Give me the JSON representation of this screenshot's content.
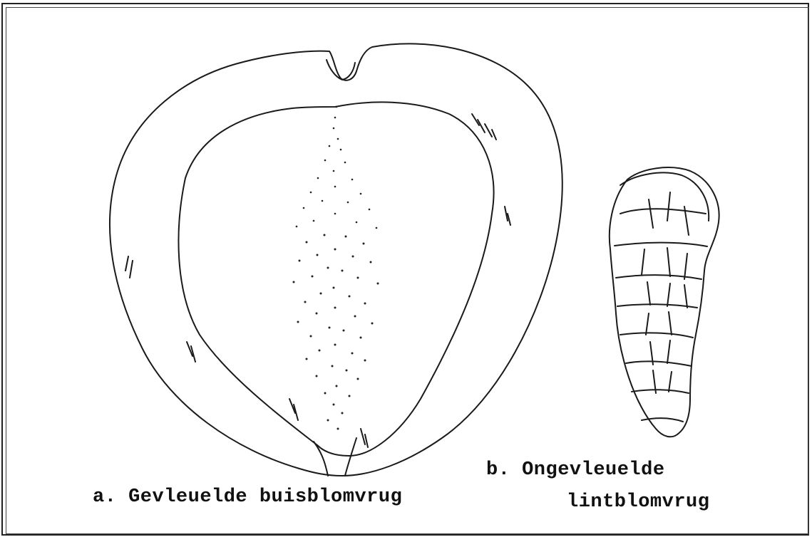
{
  "figure": {
    "caption_a": "a. Gevleuelde buisblomvrug",
    "caption_b_line1": "b. Ongevleuelde",
    "caption_b_line2": "lintblomvrug"
  }
}
